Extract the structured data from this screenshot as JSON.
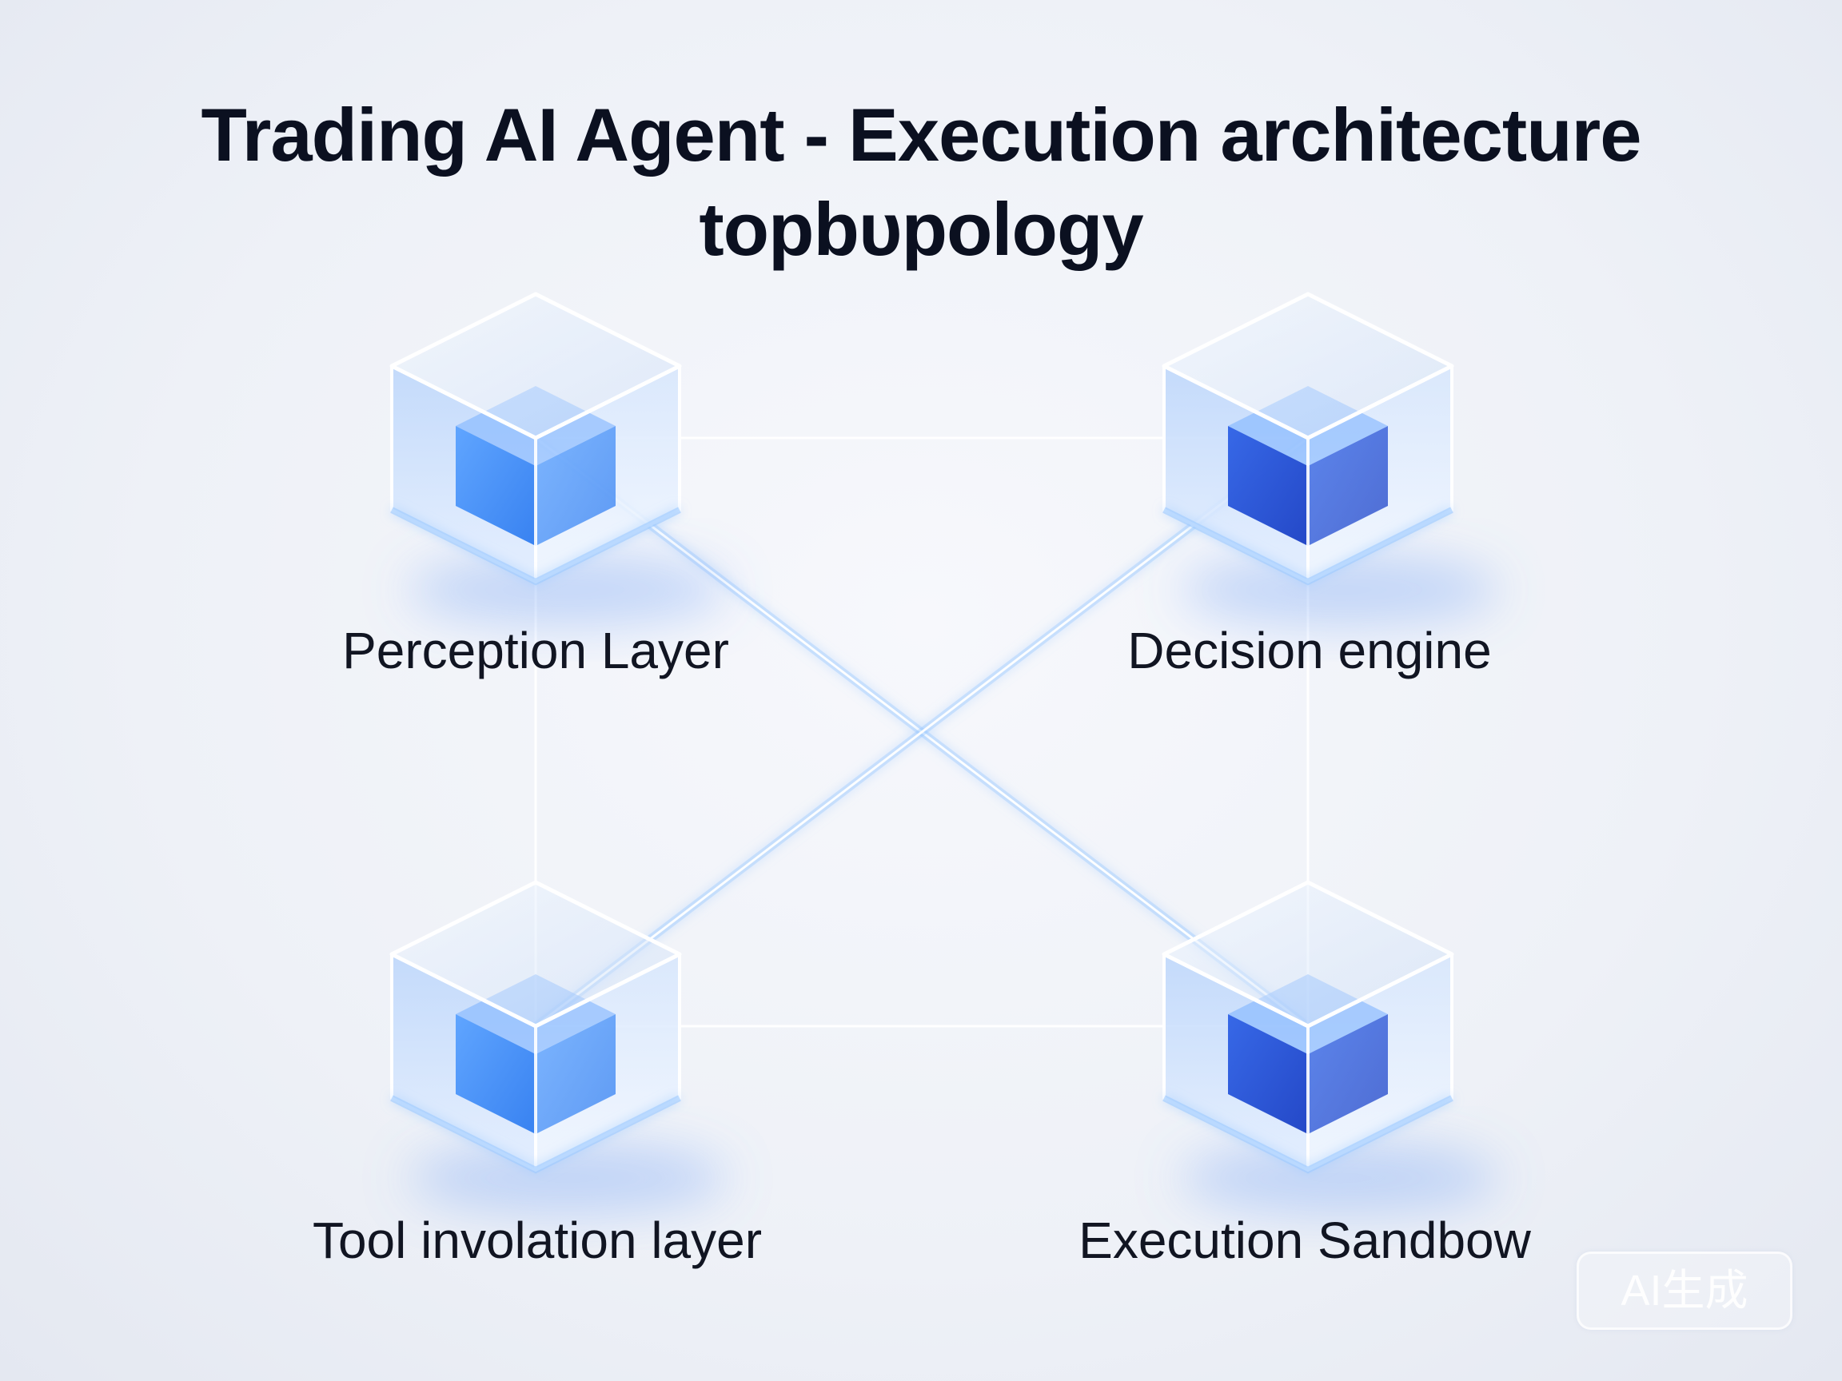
{
  "title": {
    "line1": "Trading AI Agent - Execution architecture",
    "line2": "topbυpology"
  },
  "nodes": [
    {
      "id": "perception",
      "label": "Perception Layer"
    },
    {
      "id": "decision",
      "label": "Decision engine"
    },
    {
      "id": "tool",
      "label": "Tool involation layer"
    },
    {
      "id": "execution",
      "label": "Execution Sandbow"
    }
  ],
  "connections": [
    {
      "from": "perception",
      "to": "decision"
    },
    {
      "from": "perception",
      "to": "tool"
    },
    {
      "from": "perception",
      "to": "execution"
    },
    {
      "from": "decision",
      "to": "tool"
    },
    {
      "from": "decision",
      "to": "execution"
    },
    {
      "from": "tool",
      "to": "execution"
    }
  ],
  "colors": {
    "link": "#8fc4ff",
    "core_light": "#2f7cf0",
    "core_dark": "#1d4fd6",
    "glass": "#cfe2ff"
  },
  "watermark": "AI生成"
}
